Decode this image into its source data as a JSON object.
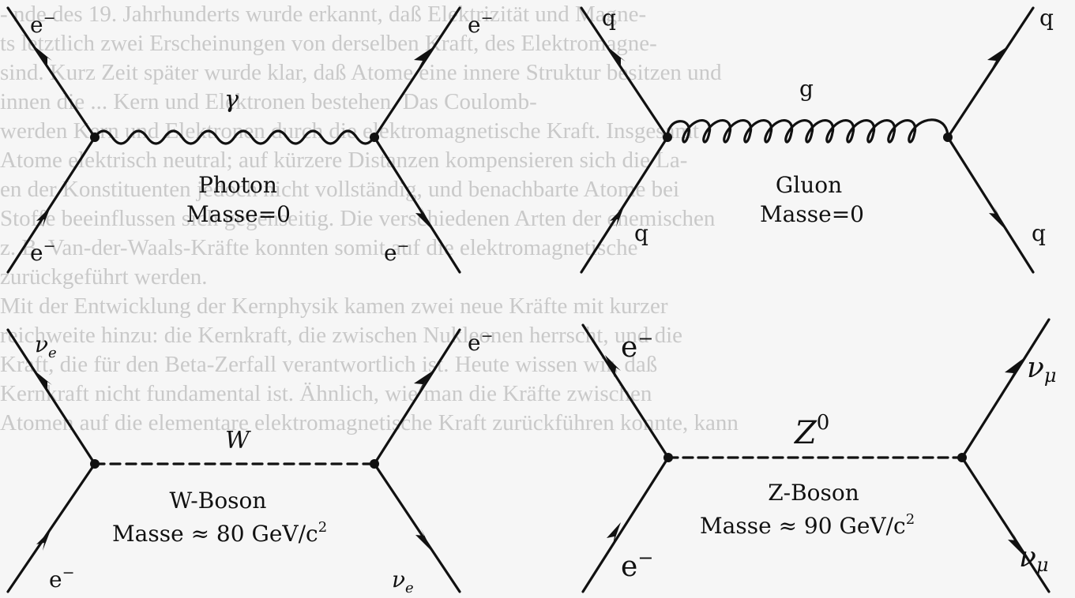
{
  "background_text": [
    "-     nde des 19. Jahrhunderts wurde erkannt, daß Elektrizität und Magne-",
    "ts letztlich zwei Erscheinungen von derselben Kraft, des Elektromagne-",
    "   sind. Kurz Zeit später wurde klar, daß Atome eine innere Struktur besitzen und",
    "  innen die   ... Kern und Elektronen bestehen. Das Coulomb-",
    "werden Kern und Elektronen durch die elektromagnetische Kraft. Insgesamt",
    "   Atome elektrisch neutral; auf kürzere Distanzen kompensieren sich die La-",
    "en der Konstituenten jedoch nicht vollständig, und benachbarte Atome bei",
    "Stoffe beeinflussen sich gegenseitig. Die verschiedenen Arten der chemischen",
    "   z. B. Van-der-Waals-Kräfte konnten somit auf die elektromagnetische",
    "   zurückgeführt werden.",
    "Mit der Entwicklung der Kernphysik kamen zwei neue Kräfte mit kurzer",
    "reichweite hinzu: die Kernkraft, die zwischen Nukleonen herrscht, und die",
    "   Kraft, die für den Beta-Zerfall verantwortlich ist. Heute wissen wir, daß",
    "   Kernkraft nicht fundamental ist. Ähnlich, wie man die Kräfte zwischen",
    "   Atomen auf die elementare elektromagnetische Kraft zurückführen konnte, kann"
  ],
  "diagrams": {
    "photon": {
      "top_left_label": "e",
      "top_left_sup": "−",
      "top_right_label": "e",
      "top_right_sup": "−",
      "bottom_left_label": "e",
      "bottom_left_sup": "−",
      "bottom_right_label": "e",
      "bottom_right_sup": "−",
      "mediator_symbol": "γ",
      "name": "Photon",
      "mass": "Masse=0"
    },
    "gluon": {
      "top_left_label": "q",
      "top_right_label": "q",
      "bottom_left_label": "q",
      "bottom_right_label": "q",
      "mediator_symbol": "g",
      "name": "Gluon",
      "mass": "Masse=0"
    },
    "w_boson": {
      "top_left_label": "ν",
      "top_left_sub": "e",
      "top_right_label": "e",
      "top_right_sup": "−",
      "bottom_left_label": "e",
      "bottom_left_sup": "−",
      "bottom_right_label": "ν",
      "bottom_right_sub": "e",
      "mediator_symbol": "W",
      "name": "W-Boson",
      "mass_prefix": "Masse ≈ 80 GeV/c",
      "mass_sup": "2"
    },
    "z_boson": {
      "top_left_label": "e",
      "top_left_sup": "−",
      "top_right_label": "ν",
      "top_right_sub": "μ",
      "bottom_left_label": "e",
      "bottom_left_sup": "−",
      "bottom_right_label": "ν",
      "bottom_right_sub": "μ",
      "mediator_symbol": "Z",
      "mediator_sup": "0",
      "name": "Z-Boson",
      "mass_prefix": "Masse ≈ 90 GeV/c",
      "mass_sup": "2"
    }
  }
}
